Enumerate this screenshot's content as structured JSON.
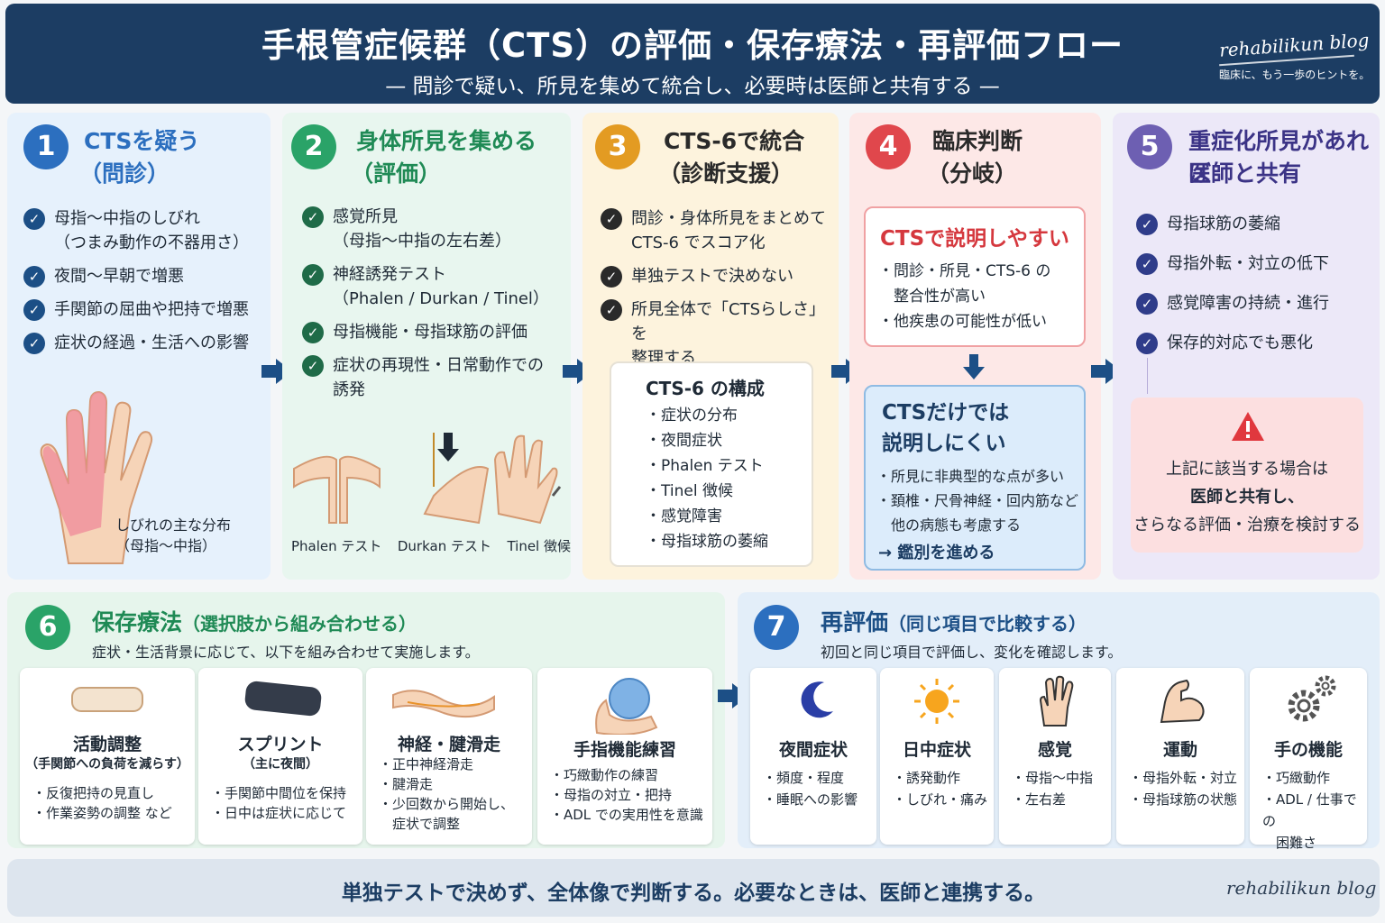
{
  "header": {
    "title": "手根管症候群（CTS）の評価・保存療法・再評価フロー",
    "subtitle": "— 問診で疑い、所見を集めて統合し、必要時は医師と共有する —",
    "blog": "rehabilikun blog",
    "blog_sub": "臨床に、もう一歩のヒントを。"
  },
  "colors": {
    "blue": "#2c6fbf",
    "green": "#2aa368",
    "orange": "#e39b22",
    "red": "#e0474c",
    "purple": "#6d5fb2",
    "navy": "#1c3d63"
  },
  "steps": [
    {
      "num": "1",
      "title": "CTSを疑う",
      "title2": "（問診）",
      "items": [
        "母指～中指のしびれ",
        "（つまみ動作の不器用さ）",
        "夜間～早朝で増悪",
        "手関節の屈曲や把持で増悪",
        "症状の経過・生活への影響"
      ],
      "caption1": "しびれの主な分布",
      "caption2": "（母指～中指）"
    },
    {
      "num": "2",
      "title": "身体所見を集める",
      "title2": "（評価）",
      "items": [
        "感覚所見",
        "（母指～中指の左右差）",
        "神経誘発テスト",
        "（Phalen / Durkan / Tinel）",
        "母指機能・母指球筋の評価",
        "症状の再現性・日常動作での",
        "誘発"
      ],
      "tests": [
        "Phalen テスト",
        "Durkan テスト",
        "Tinel 徴候"
      ]
    },
    {
      "num": "3",
      "title": "CTS-6で統合",
      "title2": "（診断支援）",
      "items": [
        "問診・身体所見をまとめて",
        "CTS-6 でスコア化",
        "単独テストで決めない",
        "所見全体で「CTSらしさ」を",
        "整理する"
      ],
      "box_title": "CTS-6 の構成",
      "box_items": [
        "・症状の分布",
        "・夜間症状",
        "・Phalen テスト",
        "・Tinel 徴候",
        "・感覚障害",
        "・母指球筋の萎縮"
      ]
    },
    {
      "num": "4",
      "title": "臨床判断",
      "title2": "（分岐）",
      "box1_title": "CTSで説明しやすい",
      "box1_items": [
        "・問診・所見・CTS-6 の",
        "　整合性が高い",
        "・他疾患の可能性が低い"
      ],
      "box2_title": "CTSだけでは",
      "box2_title2": "説明しにくい",
      "box2_items": [
        "・所見に非典型的な点が多い",
        "・頚椎・尺骨神経・回内筋など",
        "　他の病態も考慮する"
      ],
      "box2_action": "→ 鑑別を進める"
    },
    {
      "num": "5",
      "title": "重症化所見があれば",
      "title2": "医師と共有",
      "items": [
        "母指球筋の萎縮",
        "母指外転・対立の低下",
        "感覚障害の持続・進行",
        "保存的対応でも悪化"
      ],
      "alert": [
        "上記に該当する場合は",
        "医師と共有し、",
        "さらなる評価・治療を検討する"
      ]
    }
  ],
  "step6": {
    "num": "6",
    "title": "保存療法",
    "title_sub": "（選択肢から組み合わせる）",
    "desc": "症状・生活背景に応じて、以下を組み合わせて実施します。",
    "cards": [
      {
        "title": "活動調整",
        "sub": "（手関節への負荷を減らす）",
        "items": [
          "・反復把持の見直し",
          "・作業姿勢の調整 など"
        ]
      },
      {
        "title": "スプリント",
        "sub": "（主に夜間）",
        "items": [
          "・手関節中間位を保持",
          "・日中は症状に応じて"
        ]
      },
      {
        "title": "神経・腱滑走",
        "sub": "",
        "items": [
          "・正中神経滑走",
          "・腱滑走",
          "・少回数から開始し、",
          "　症状で調整"
        ]
      },
      {
        "title": "手指機能練習",
        "sub": "",
        "items": [
          "・巧緻動作の練習",
          "・母指の対立・把持",
          "・ADL での実用性を意識"
        ]
      }
    ]
  },
  "step7": {
    "num": "7",
    "title": "再評価",
    "title_sub": "（同じ項目で比較する）",
    "desc": "初回と同じ項目で評価し、変化を確認します。",
    "cards": [
      {
        "title": "夜間症状",
        "items": [
          "・頻度・程度",
          "・睡眠への影響"
        ]
      },
      {
        "title": "日中症状",
        "items": [
          "・誘発動作",
          "・しびれ・痛み"
        ]
      },
      {
        "title": "感覚",
        "items": [
          "・母指～中指",
          "・左右差"
        ]
      },
      {
        "title": "運動",
        "items": [
          "・母指外転・対立",
          "・母指球筋の状態"
        ]
      },
      {
        "title": "手の機能",
        "items": [
          "・巧緻動作",
          "・ADL / 仕事での",
          "　困難さ"
        ]
      }
    ]
  },
  "footer": {
    "text": "単独テストで決めず、全体像で判断する。必要なときは、医師と連携する。",
    "blog": "rehabilikun blog"
  }
}
